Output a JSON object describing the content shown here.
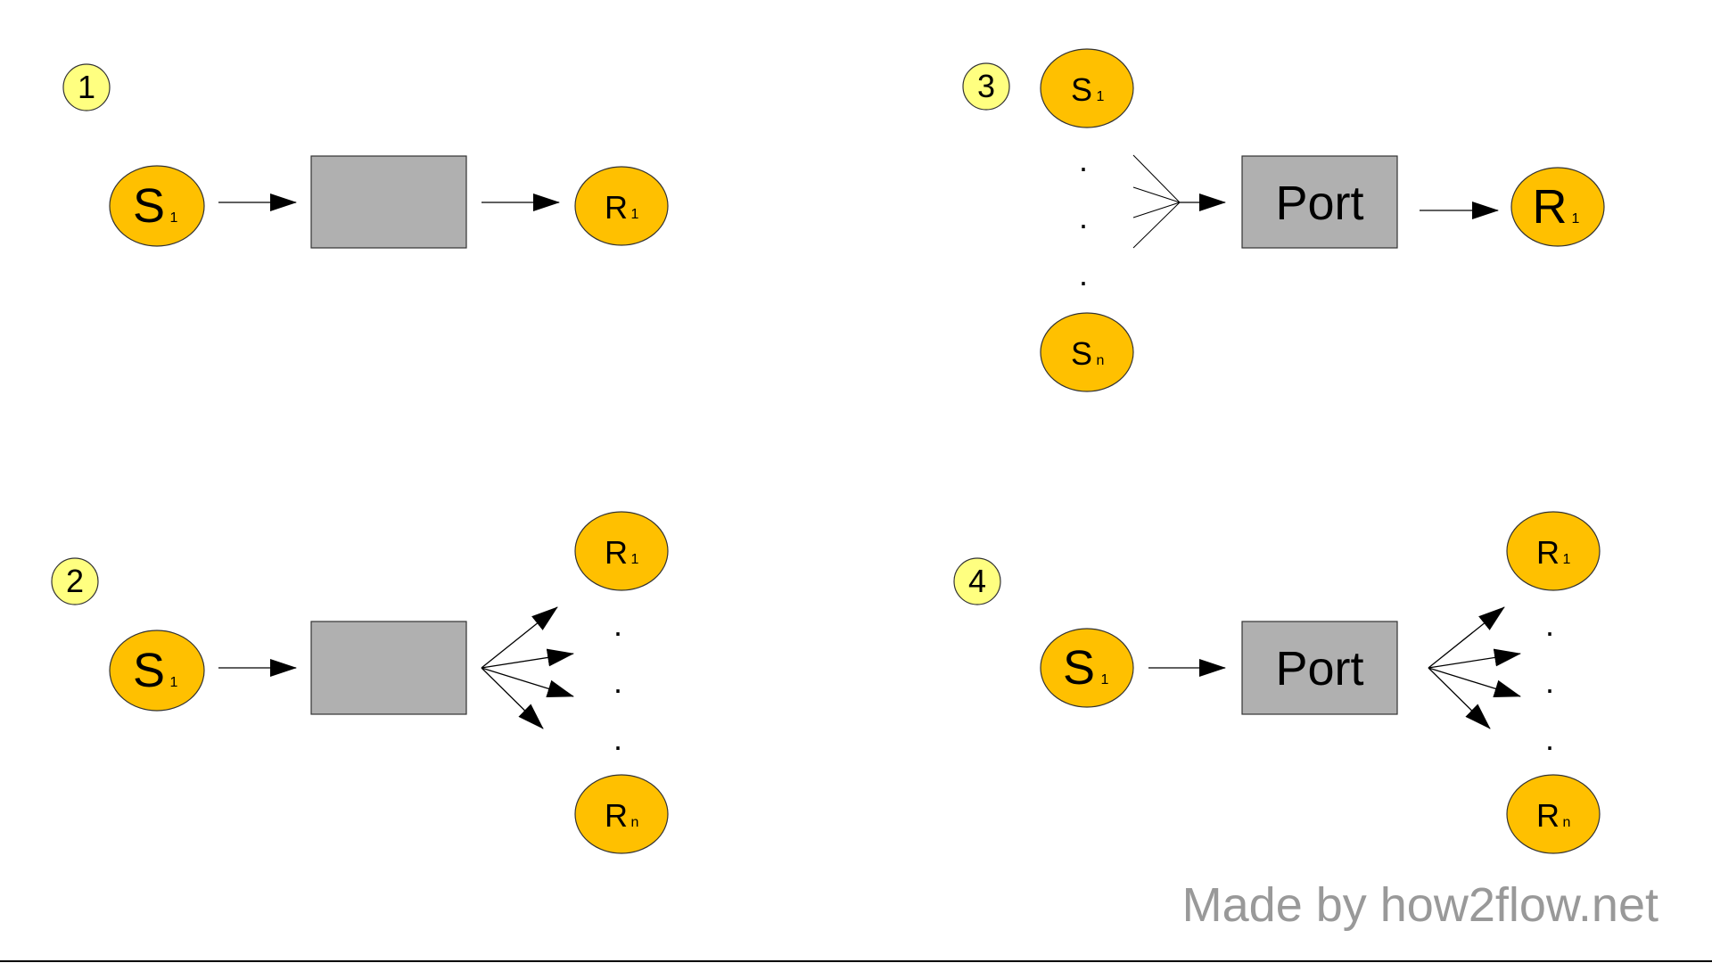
{
  "panels": [
    {
      "badge": "1",
      "sources": [
        {
          "main": "S",
          "sub": "1"
        }
      ],
      "box_label": "",
      "receivers": [
        {
          "main": "R",
          "sub": "1"
        }
      ],
      "dots": [],
      "dots2": []
    },
    {
      "badge": "2",
      "sources": [
        {
          "main": "S",
          "sub": "1"
        }
      ],
      "box_label": "",
      "receivers": [
        {
          "main": "R",
          "sub": "1"
        },
        {
          "main": "R",
          "sub": "n"
        }
      ],
      "dots": [
        ".",
        ".",
        "."
      ]
    },
    {
      "badge": "3",
      "sources": [
        {
          "main": "S",
          "sub": "1"
        },
        {
          "main": "S",
          "sub": "n"
        }
      ],
      "box_label": "Port",
      "receivers": [
        {
          "main": "R",
          "sub": "1"
        }
      ],
      "dots": [
        ".",
        ".",
        "."
      ]
    },
    {
      "badge": "4",
      "sources": [
        {
          "main": "S",
          "sub": "1"
        }
      ],
      "box_label": "Port",
      "receivers": [
        {
          "main": "R",
          "sub": "1"
        },
        {
          "main": "R",
          "sub": "n"
        }
      ],
      "dots": [
        ".",
        ".",
        "."
      ]
    }
  ],
  "footer": {
    "credit": "Made by how2flow.net"
  },
  "colors": {
    "node_fill": "#ffc000",
    "badge_fill": "#ffff80",
    "box_fill": "#b0b0b0",
    "credit_text": "#999999"
  }
}
